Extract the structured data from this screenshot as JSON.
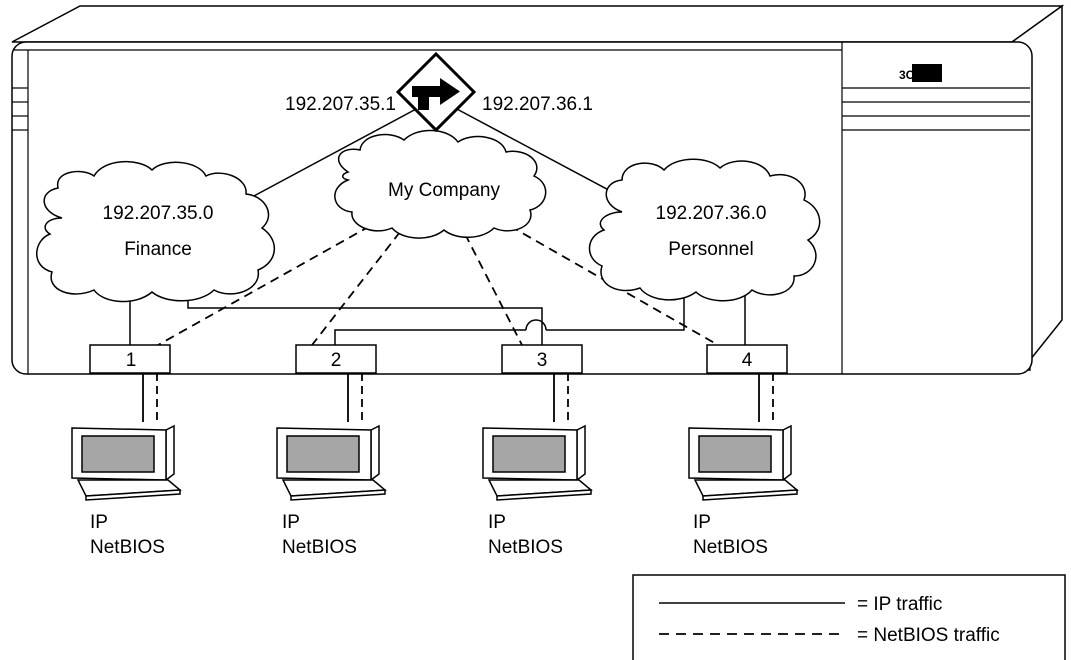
{
  "brand": {
    "logo_text": "3Com"
  },
  "router": {
    "icon": "router-arrow-icon",
    "left_ip": "192.207.35.1",
    "right_ip": "192.207.36.1"
  },
  "clouds": {
    "center": {
      "name": "My Company"
    },
    "left": {
      "ip": "192.207.35.0",
      "name": "Finance"
    },
    "right": {
      "ip": "192.207.36.0",
      "name": "Personnel"
    }
  },
  "ports": [
    "1",
    "2",
    "3",
    "4"
  ],
  "computers": [
    {
      "line1": "IP",
      "line2": "NetBIOS"
    },
    {
      "line1": "IP",
      "line2": "NetBIOS"
    },
    {
      "line1": "IP",
      "line2": "NetBIOS"
    },
    {
      "line1": "IP",
      "line2": "NetBIOS"
    }
  ],
  "legend": {
    "ip_label": "= IP traffic",
    "netbios_label": "= NetBIOS traffic"
  }
}
